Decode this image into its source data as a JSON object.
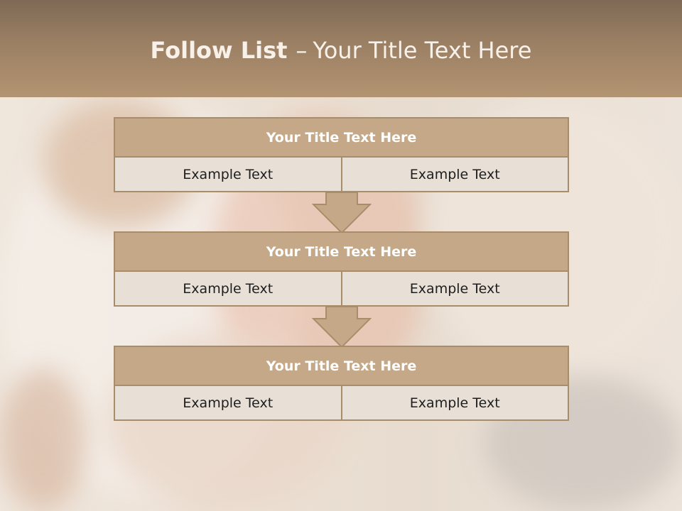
{
  "title": {
    "bold": "Follow List",
    "dash": "–",
    "rest": "Your Title Text Here"
  },
  "blocks": [
    {
      "heading": "Your Title Text Here",
      "left": "Example Text",
      "right": "Example Text"
    },
    {
      "heading": "Your Title Text Here",
      "left": "Example Text",
      "right": "Example Text"
    },
    {
      "heading": "Your Title Text Here",
      "left": "Example Text",
      "right": "Example Text"
    }
  ],
  "colors": {
    "header": "#9c8064",
    "box_fill": "#c5a888",
    "box_border": "#a88d6b",
    "cell_fill": "#e8dfd6"
  },
  "icons": [
    "down-arrow-icon",
    "down-arrow-icon"
  ]
}
